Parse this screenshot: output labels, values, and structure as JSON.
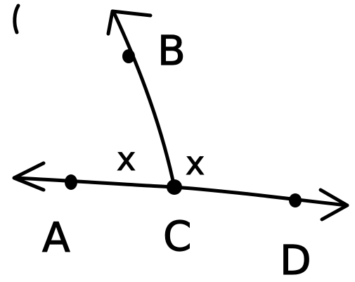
{
  "figure": {
    "points": {
      "A": "A",
      "B": "B",
      "C": "C",
      "D": "D"
    },
    "angle_marks": {
      "left": "x",
      "right": "x"
    },
    "corner_mark": "("
  }
}
